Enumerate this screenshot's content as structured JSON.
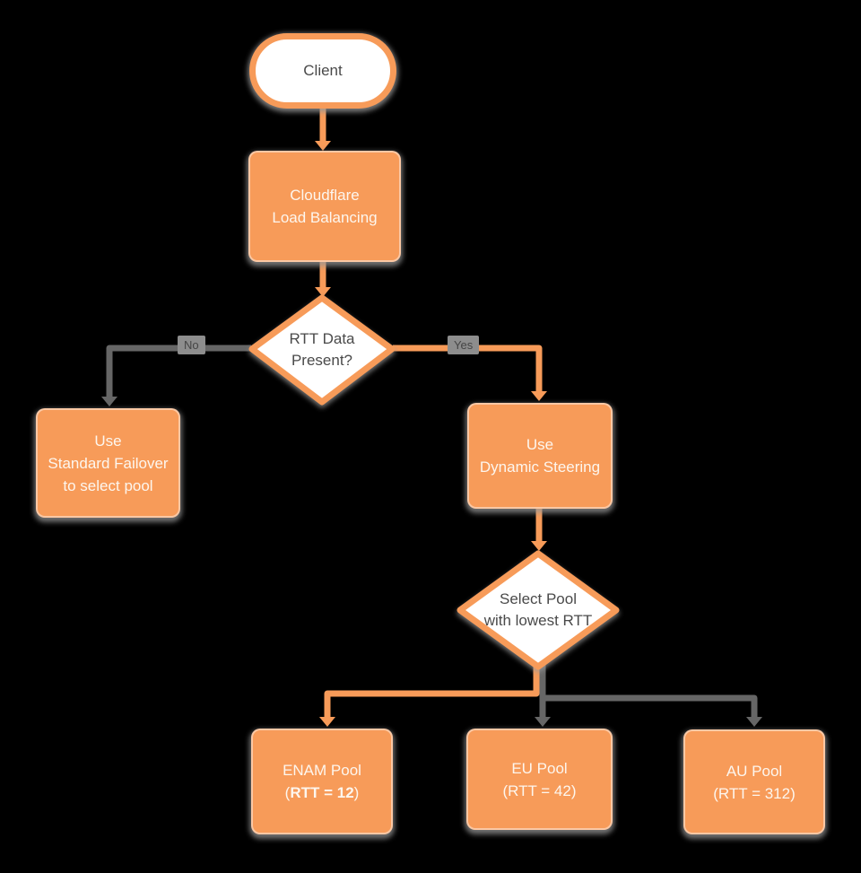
{
  "colors": {
    "node_orange": "#F79B59",
    "line_gray": "#666666",
    "node_text_light": "#FDF6EE",
    "node_text_dark": "#4A4A4A",
    "background": "#000000",
    "edge_label_chip_bg": "#8D8D8D"
  },
  "nodes": {
    "client": {
      "label": "Client"
    },
    "cloudflare": {
      "line1": "Cloudflare",
      "line2": "Load Balancing"
    },
    "rtt_decision": {
      "line1": "RTT Data",
      "line2": "Present?"
    },
    "standard_failover": {
      "line1": "Use",
      "line2": "Standard Failover",
      "line3": "to select pool"
    },
    "dynamic_steering": {
      "line1": "Use",
      "line2": "Dynamic Steering"
    },
    "select_pool": {
      "line1": "Select Pool",
      "line2": "with lowest RTT"
    },
    "enam_pool": {
      "line1": "ENAM Pool",
      "line2_open": "(",
      "line2_bold": "RTT = 12",
      "line2_close": ")"
    },
    "eu_pool": {
      "line1": "EU Pool",
      "line2": "(RTT = 42)"
    },
    "au_pool": {
      "line1": "AU Pool",
      "line2": "(RTT = 312)"
    }
  },
  "edge_labels": {
    "no": "No",
    "yes": "Yes"
  }
}
